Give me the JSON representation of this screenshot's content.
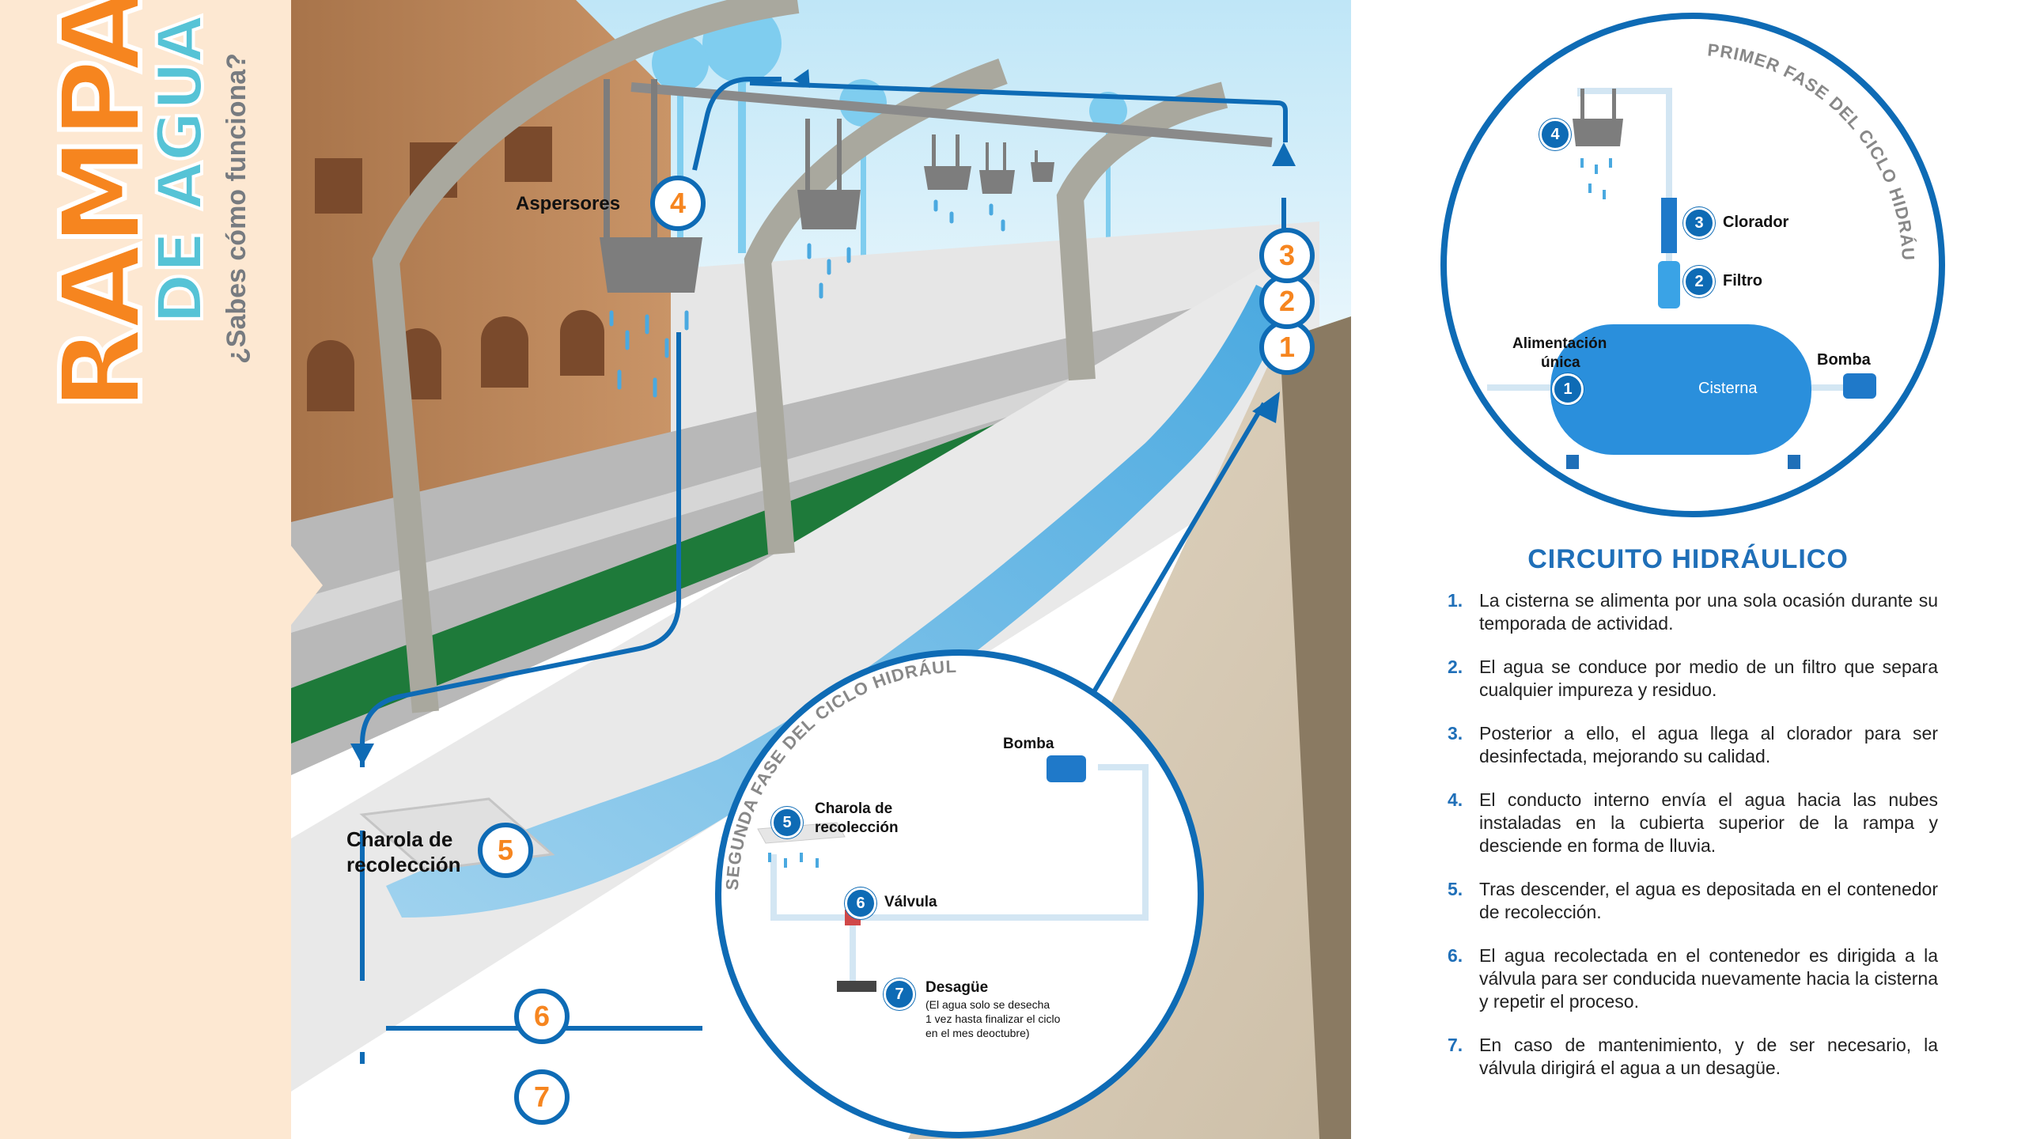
{
  "title": {
    "main": "RAMPA",
    "sub": "DE AGUA",
    "question": "¿Sabes cómo funciona?"
  },
  "scene_labels": {
    "aspersores": "Aspersores",
    "charola_line1": "Charola de",
    "charola_line2": "recolección"
  },
  "scene_numbers": [
    "1",
    "2",
    "3",
    "4",
    "5",
    "6",
    "7"
  ],
  "phase1": {
    "arc_title": "PRIMER FASE DEL CICLO HIDRÁULICO",
    "clorador": "Clorador",
    "filtro": "Filtro",
    "alimentacion_line1": "Alimentación",
    "alimentacion_line2": "única",
    "bomba": "Bomba",
    "cisterna": "Cisterna"
  },
  "phase2": {
    "arc_title": "SEGUNDA FASE DEL CICLO HIDRÁULICO",
    "bomba": "Bomba",
    "charola_line1": "Charola de",
    "charola_line2": "recolección",
    "valvula": "Válvula",
    "desague": "Desagüe",
    "desague_note_1": "(El agua solo se desecha",
    "desague_note_2": "1 vez hasta finalizar el ciclo",
    "desague_note_3": "en el mes deoctubre)"
  },
  "circuit": {
    "title": "CIRCUITO HIDRÁULICO",
    "steps": [
      {
        "n": "1.",
        "text": "La cisterna se alimenta por una sola ocasión durante su temporada de actividad."
      },
      {
        "n": "2.",
        "text": "El agua se conduce por medio de un filtro que separa cualquier impureza y residuo."
      },
      {
        "n": "3.",
        "text": "Posterior a ello, el agua llega al clorador para ser desinfectada, mejorando su calidad."
      },
      {
        "n": "4.",
        "text": "El conducto interno envía el agua hacia las nubes instaladas en la cubierta superior de la rampa y desciende en forma de lluvia."
      },
      {
        "n": "5.",
        "text": "Tras descender, el agua es depositada en el contenedor de recolección."
      },
      {
        "n": "6.",
        "text": "El agua recolectada en el contenedor es dirigida a la válvula para ser conducida nuevamente hacia la cisterna y repetir el proceso."
      },
      {
        "n": "7.",
        "text": "En caso de mantenimiento, y de ser necesario, la válvula dirigirá el agua a un desagüe."
      }
    ]
  },
  "colors": {
    "accent_blue": "#1f6fb8",
    "line_blue": "#0e6bb5",
    "orange": "#f6851f",
    "teal": "#56c3d6",
    "strip_bg": "#fde8d2"
  }
}
